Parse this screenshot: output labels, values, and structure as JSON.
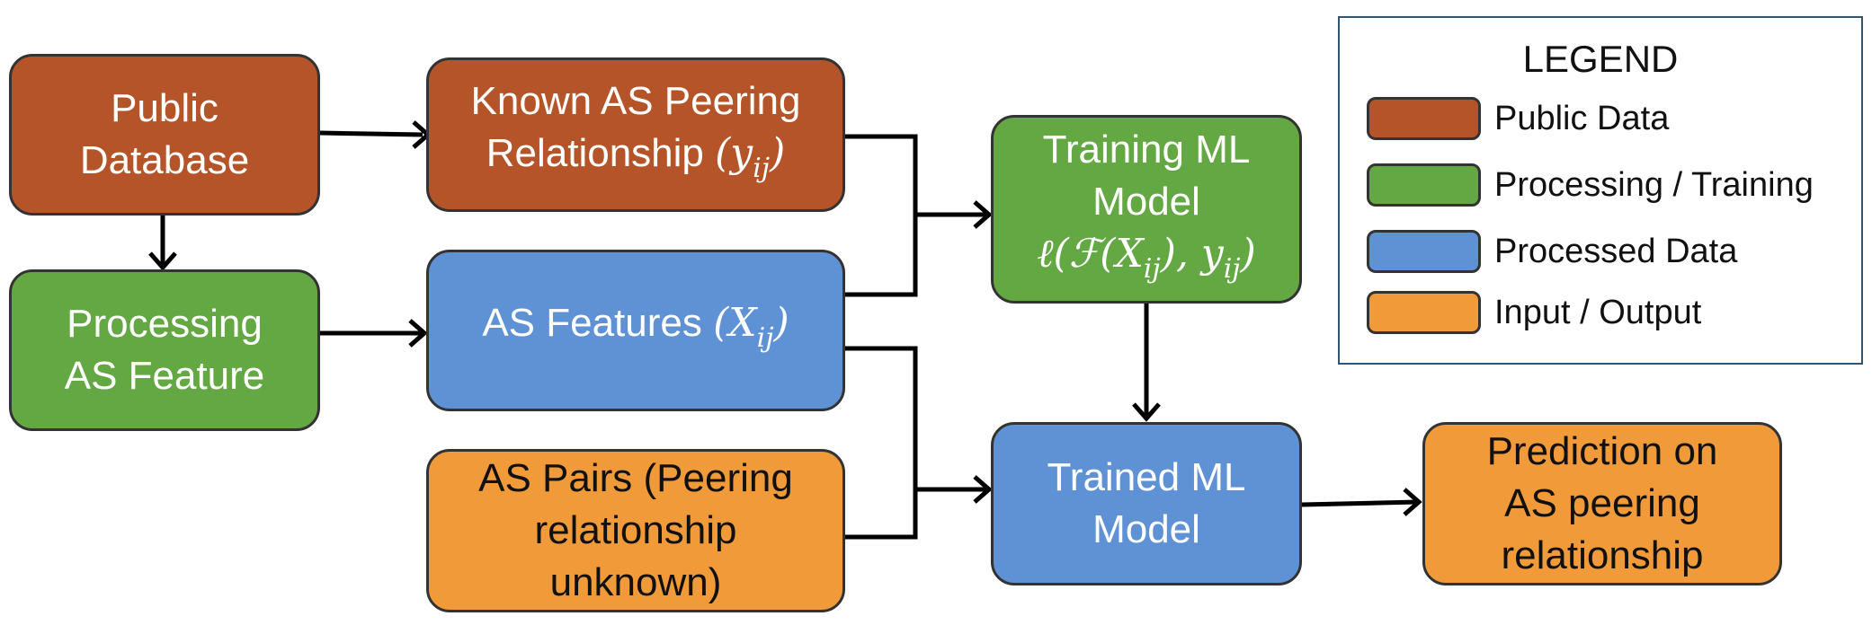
{
  "colors": {
    "public_data": "#b55428",
    "processing": "#64a843",
    "processed": "#5f92d4",
    "io": "#f09a3a",
    "border": "#333333",
    "arrow": "#000000"
  },
  "nodes": {
    "public_database": {
      "lines": [
        "Public",
        "Database"
      ]
    },
    "known_peering": {
      "line1": "Known AS Peering",
      "line2_text": "Relationship ",
      "math_var": "y",
      "math_sub": "ij"
    },
    "processing_feature": {
      "lines": [
        "Processing",
        "AS Feature"
      ]
    },
    "as_features": {
      "text": "AS Features ",
      "math_var": "X",
      "math_sub": "ij"
    },
    "as_pairs": {
      "lines": [
        "AS Pairs (Peering",
        "relationship",
        "unknown)"
      ]
    },
    "training_model": {
      "lines": [
        "Training ML",
        "Model"
      ],
      "loss": {
        "l": "ℓ",
        "F": "ℱ",
        "x": "X",
        "y": "y",
        "sub": "ij"
      }
    },
    "trained_model": {
      "lines": [
        "Trained ML",
        "Model"
      ]
    },
    "prediction": {
      "lines": [
        "Prediction on",
        "AS peering",
        "relationship"
      ]
    }
  },
  "legend": {
    "title": "LEGEND",
    "items": [
      {
        "label": "Public Data",
        "color": "#b55428"
      },
      {
        "label": "Processing / Training",
        "color": "#64a843"
      },
      {
        "label": "Processed Data",
        "color": "#5f92d4"
      },
      {
        "label": "Input / Output",
        "color": "#f09a3a"
      }
    ]
  }
}
